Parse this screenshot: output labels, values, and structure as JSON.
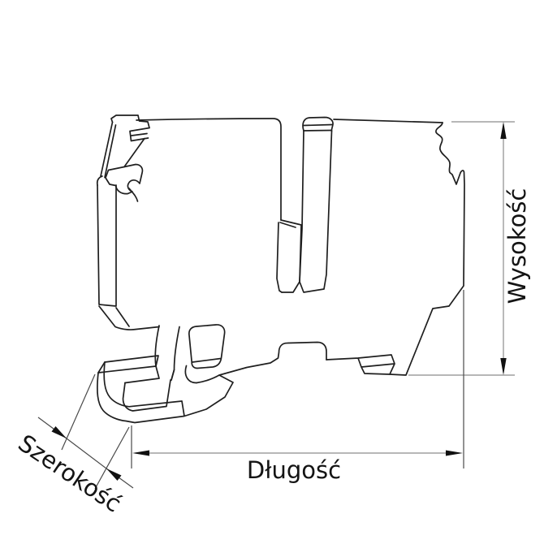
{
  "diagram": {
    "type": "technical-dimension-drawing",
    "subject": "din-rail-terminal-block-side-profile",
    "background_color": "#ffffff",
    "outline_color": "#1f1f1f",
    "dimension_line_color": "#8c8c8c",
    "extension_line_color": "#4a4a4a",
    "arrow_color": "#111111",
    "labels": {
      "height": "Wysokość",
      "length": "Długość",
      "width": "Szerokość"
    }
  }
}
